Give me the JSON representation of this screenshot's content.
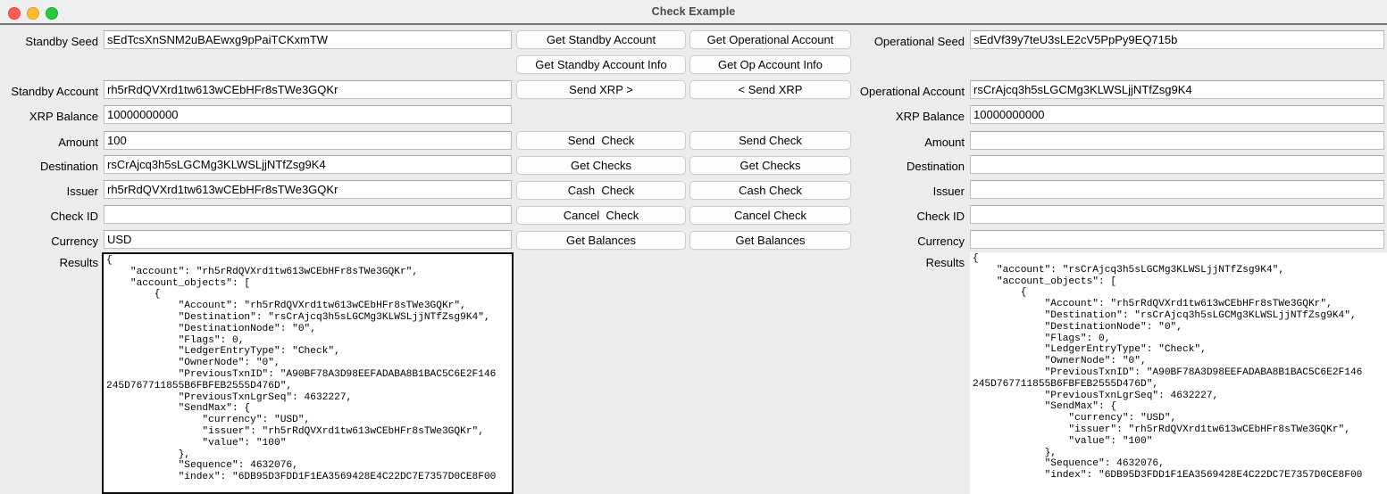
{
  "window": {
    "title": "Check Example",
    "traffic_lights": [
      "close-button",
      "minimize-button",
      "maximize-button"
    ],
    "colors": {
      "background": "#ececec",
      "titlebar": "#eeeeee",
      "field_background": "#ffffff",
      "close": "#ff5f57",
      "minimize": "#ffbd2e",
      "maximize": "#28c840",
      "focus_border": "#0b0b0b"
    }
  },
  "standby": {
    "labels": {
      "seed": "Standby Seed",
      "account": "Standby Account",
      "xrp_balance": "XRP Balance",
      "amount": "Amount",
      "destination": "Destination",
      "issuer": "Issuer",
      "check_id": "Check ID",
      "currency": "Currency",
      "results": "Results"
    },
    "values": {
      "seed": "sEdTcsXnSNM2uBAEwxg9pPaiTCKxmTW",
      "account": "rh5rRdQVXrd1tw613wCEbHFr8sTWe3GQKr",
      "xrp_balance": "10000000000",
      "amount": "100",
      "destination": "rsCrAjcq3h5sLGCMg3KLWSLjjNTfZsg9K4",
      "issuer": "rh5rRdQVXrd1tw613wCEbHFr8sTWe3GQKr",
      "check_id": "",
      "currency": "USD"
    },
    "results": "{\n    \"account\": \"rh5rRdQVXrd1tw613wCEbHFr8sTWe3GQKr\",\n    \"account_objects\": [\n        {\n            \"Account\": \"rh5rRdQVXrd1tw613wCEbHFr8sTWe3GQKr\",\n            \"Destination\": \"rsCrAjcq3h5sLGCMg3KLWSLjjNTfZsg9K4\",\n            \"DestinationNode\": \"0\",\n            \"Flags\": 0,\n            \"LedgerEntryType\": \"Check\",\n            \"OwnerNode\": \"0\",\n            \"PreviousTxnID\": \"A90BF78A3D98EEFADABA8B1BAC5C6E2F146\n245D767711855B6FBFEB2555D476D\",\n            \"PreviousTxnLgrSeq\": 4632227,\n            \"SendMax\": {\n                \"currency\": \"USD\",\n                \"issuer\": \"rh5rRdQVXrd1tw613wCEbHFr8sTWe3GQKr\",\n                \"value\": \"100\"\n            },\n            \"Sequence\": 4632076,\n            \"index\": \"6DB95D3FDD1F1EA3569428E4C22DC7E7357D0CE8F00"
  },
  "operational": {
    "labels": {
      "seed": "Operational Seed",
      "account": "Operational Account",
      "xrp_balance": "XRP Balance",
      "amount": "Amount",
      "destination": "Destination",
      "issuer": "Issuer",
      "check_id": "Check ID",
      "currency": "Currency",
      "results": "Results"
    },
    "values": {
      "seed": "sEdVf39y7teU3sLE2cV5PpPy9EQ715b",
      "account": "rsCrAjcq3h5sLGCMg3KLWSLjjNTfZsg9K4",
      "xrp_balance": "10000000000",
      "amount": "",
      "destination": "",
      "issuer": "",
      "check_id": "",
      "currency": ""
    },
    "results": "{\n    \"account\": \"rsCrAjcq3h5sLGCMg3KLWSLjjNTfZsg9K4\",\n    \"account_objects\": [\n        {\n            \"Account\": \"rh5rRdQVXrd1tw613wCEbHFr8sTWe3GQKr\",\n            \"Destination\": \"rsCrAjcq3h5sLGCMg3KLWSLjjNTfZsg9K4\",\n            \"DestinationNode\": \"0\",\n            \"Flags\": 0,\n            \"LedgerEntryType\": \"Check\",\n            \"OwnerNode\": \"0\",\n            \"PreviousTxnID\": \"A90BF78A3D98EEFADABA8B1BAC5C6E2F146\n245D767711855B6FBFEB2555D476D\",\n            \"PreviousTxnLgrSeq\": 4632227,\n            \"SendMax\": {\n                \"currency\": \"USD\",\n                \"issuer\": \"rh5rRdQVXrd1tw613wCEbHFr8sTWe3GQKr\",\n                \"value\": \"100\"\n            },\n            \"Sequence\": 4632076,\n            \"index\": \"6DB95D3FDD1F1EA3569428E4C22DC7E7357D0CE8F00"
  },
  "buttons": {
    "standby_column": [
      "Get Standby Account",
      "Get Standby Account Info",
      "Send XRP >",
      "Send  Check",
      "Get Checks",
      "Cash  Check",
      "Cancel  Check",
      "Get Balances"
    ],
    "operational_column": [
      "Get Operational Account",
      "Get Op Account Info",
      "< Send XRP",
      "Send Check",
      "Get Checks",
      "Cash Check",
      "Cancel Check",
      "Get Balances"
    ]
  }
}
